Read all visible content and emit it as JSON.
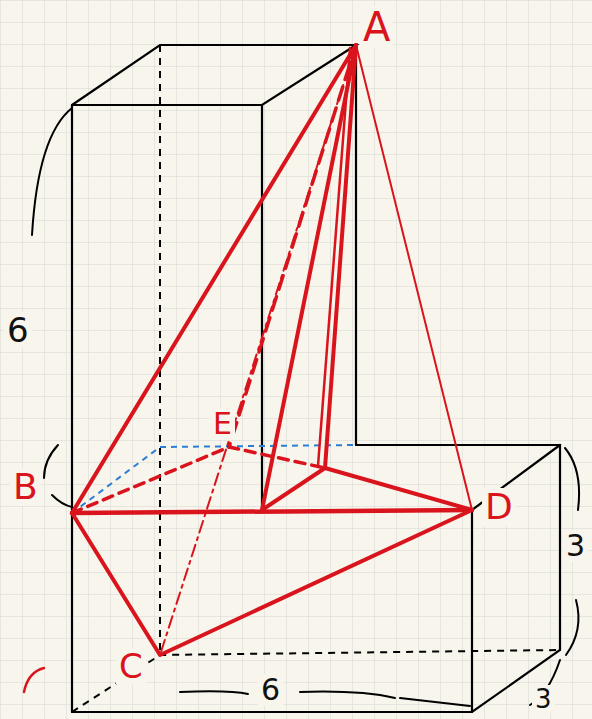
{
  "diagram": {
    "labels": [
      "A",
      "B",
      "C",
      "D",
      "E",
      "6",
      "3",
      "6",
      "3"
    ]
  }
}
